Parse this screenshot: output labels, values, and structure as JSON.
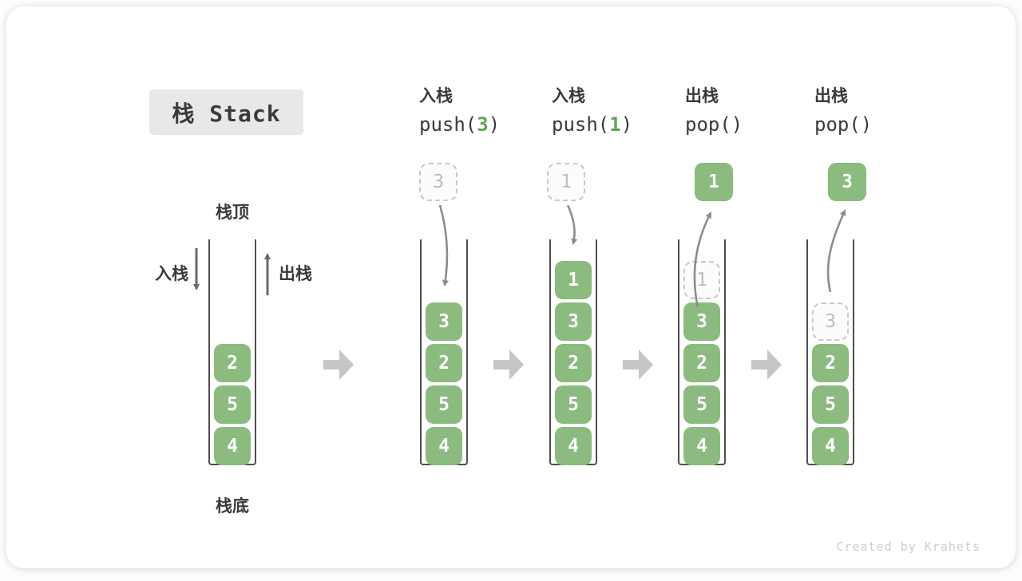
{
  "title": "栈 Stack",
  "watermark": "Created by Krahets",
  "annotations": {
    "stack_top": "栈顶",
    "stack_bottom": "栈底",
    "push_side": "入栈",
    "pop_side": "出栈"
  },
  "stages": [
    {
      "label": "入栈",
      "code_pre": "push(",
      "code_arg": "3",
      "code_post": ")",
      "float": {
        "value": "3",
        "kind": "dashed"
      }
    },
    {
      "label": "入栈",
      "code_pre": "push(",
      "code_arg": "1",
      "code_post": ")",
      "float": {
        "value": "1",
        "kind": "dashed"
      }
    },
    {
      "label": "出栈",
      "code_pre": "pop(",
      "code_arg": "",
      "code_post": ")",
      "float": {
        "value": "1",
        "kind": "solid"
      }
    },
    {
      "label": "出栈",
      "code_pre": "pop(",
      "code_arg": "",
      "code_post": ")",
      "float": {
        "value": "3",
        "kind": "solid"
      }
    }
  ],
  "stacks": [
    {
      "cells": [
        "2",
        "5",
        "4"
      ]
    },
    {
      "cells": [
        "3",
        "2",
        "5",
        "4"
      ]
    },
    {
      "cells": [
        "1",
        "3",
        "2",
        "5",
        "4"
      ]
    },
    {
      "ghost": "1",
      "cells": [
        "3",
        "2",
        "5",
        "4"
      ]
    },
    {
      "ghost": "3",
      "cells": [
        "2",
        "5",
        "4"
      ]
    }
  ],
  "icons": {
    "flow_arrow": "block-arrow-right",
    "push_side_arrow": "arrow-down",
    "pop_side_arrow": "arrow-up",
    "push_curve_arrow": "curved-arrow-down",
    "pop_curve_arrow": "curved-arrow-up"
  },
  "colors": {
    "cell_green": "#8BBB7E",
    "arg_green": "#63A356",
    "ghost_border": "#C8C8C8",
    "ghost_text": "#BDBDBD",
    "flow_arrow_gray": "#C6C6C6",
    "line_dark": "#4E4E4E",
    "curve_arrow_gray": "#8C8C8C",
    "title_bg": "#E8E8E8",
    "text_dark": "#3A3A3A",
    "watermark_gray": "#CDCDCD"
  }
}
